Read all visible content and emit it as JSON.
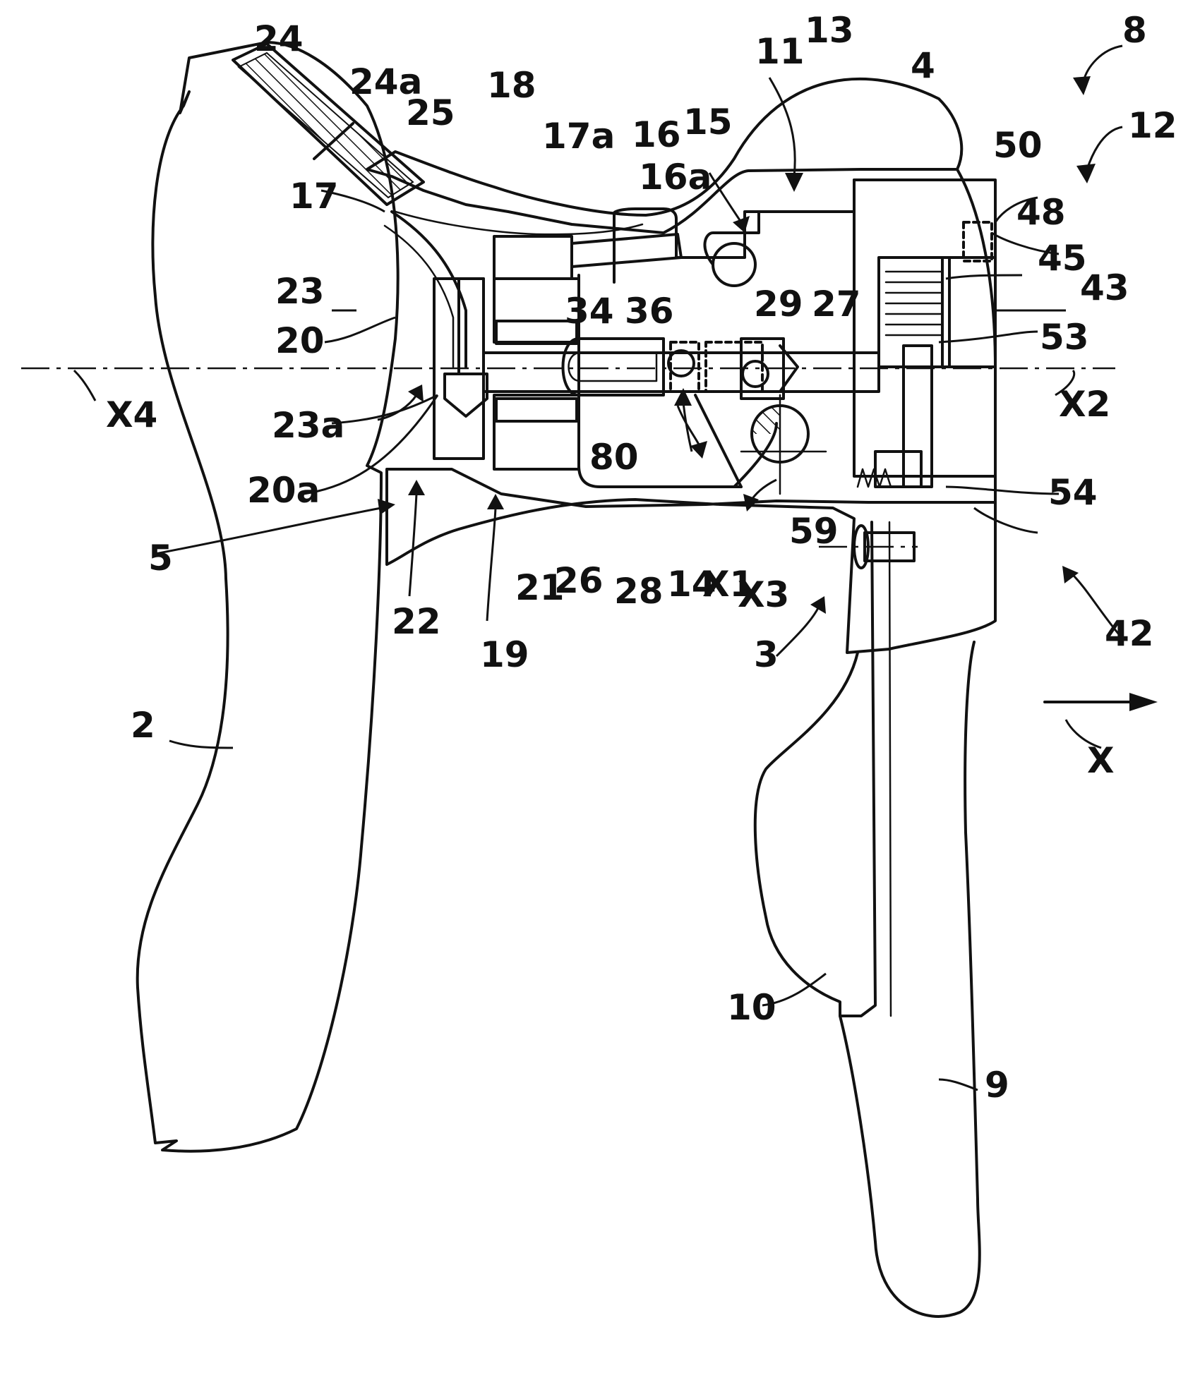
{
  "labels": {
    "l24": "24",
    "l24a": "24a",
    "l25": "25",
    "l18": "18",
    "l17a": "17a",
    "l16": "16",
    "l16a": "16a",
    "l15": "15",
    "l11": "11",
    "l13": "13",
    "l4": "4",
    "l8": "8",
    "l12": "12",
    "l50": "50",
    "l48": "48",
    "l45": "45",
    "l43": "43",
    "l53": "53",
    "l17": "17",
    "l23": "23",
    "l20": "20",
    "l34": "34",
    "l36": "36",
    "l29": "29",
    "l27": "27",
    "lX4": "X4",
    "lX2": "X2",
    "l23a": "23a",
    "l80": "80",
    "l20a": "20a",
    "l54": "54",
    "l59": "59",
    "l5": "5",
    "l22": "22",
    "l21": "21",
    "l26": "26",
    "l28": "28",
    "l14": "14",
    "lX1": "X1",
    "lX3": "X3",
    "l42": "42",
    "l19": "19",
    "l3": "3",
    "l2": "2",
    "lX": "X",
    "l10": "10",
    "l9": "9"
  }
}
